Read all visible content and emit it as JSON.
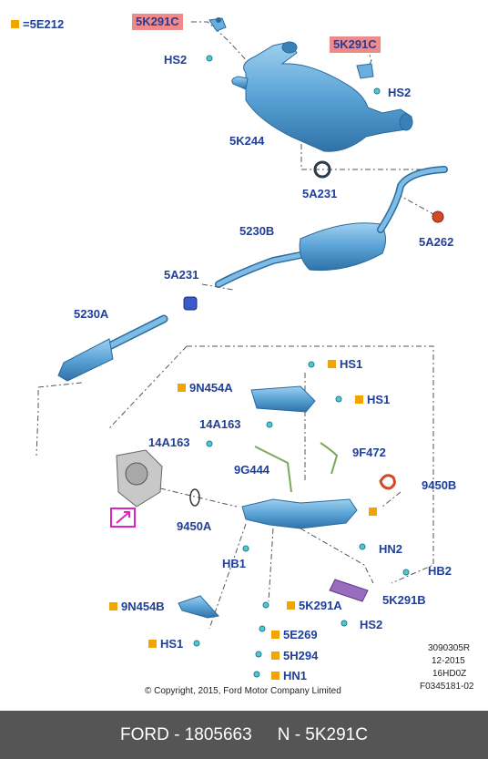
{
  "legend": {
    "text": "=5E212",
    "color": "#f2a400"
  },
  "labels": {
    "top_left_5k291c": "5K291C",
    "top_right_5k291c": "5K291C",
    "hs2_a": "HS2",
    "hs2_b": "HS2",
    "l5k244": "5K244",
    "l5a231_a": "5A231",
    "l5a262": "5A262",
    "l5230b": "5230B",
    "l5a231_b": "5A231",
    "l5230a": "5230A",
    "hs1_a": "HS1",
    "hs1_b": "HS1",
    "l9n454a_a": "9N454A",
    "l14a163_a": "14A163",
    "l14a163_b": "14A163",
    "l9f472": "9F472",
    "l9g444": "9G444",
    "l9450b": "9450B",
    "l9450a": "9450A",
    "hn2": "HN2",
    "hb1": "HB1",
    "hb2": "HB2",
    "l5k291b": "5K291B",
    "l9n454b": "9N454B",
    "l5k291a": "5K291A",
    "l5e269": "5E269",
    "hs2_c": "HS2",
    "hs1_c": "HS1",
    "l5h294": "5H294",
    "hn1": "HN1"
  },
  "meta": {
    "line1": "3090305R",
    "line2": "12-2015",
    "line3": "16HD0Z",
    "line4": "F0345181-02",
    "copyright": "© Copyright, 2015, Ford Motor Company Limited"
  },
  "footer": {
    "left": "FORD - 1805663",
    "right": "N - 5K291C"
  },
  "colors": {
    "part_blue": "#5aa3d6",
    "label_blue": "#1f3f9a",
    "highlight": "#f08a8a",
    "marker": "#f2a400",
    "footer_bg": "#555555"
  }
}
